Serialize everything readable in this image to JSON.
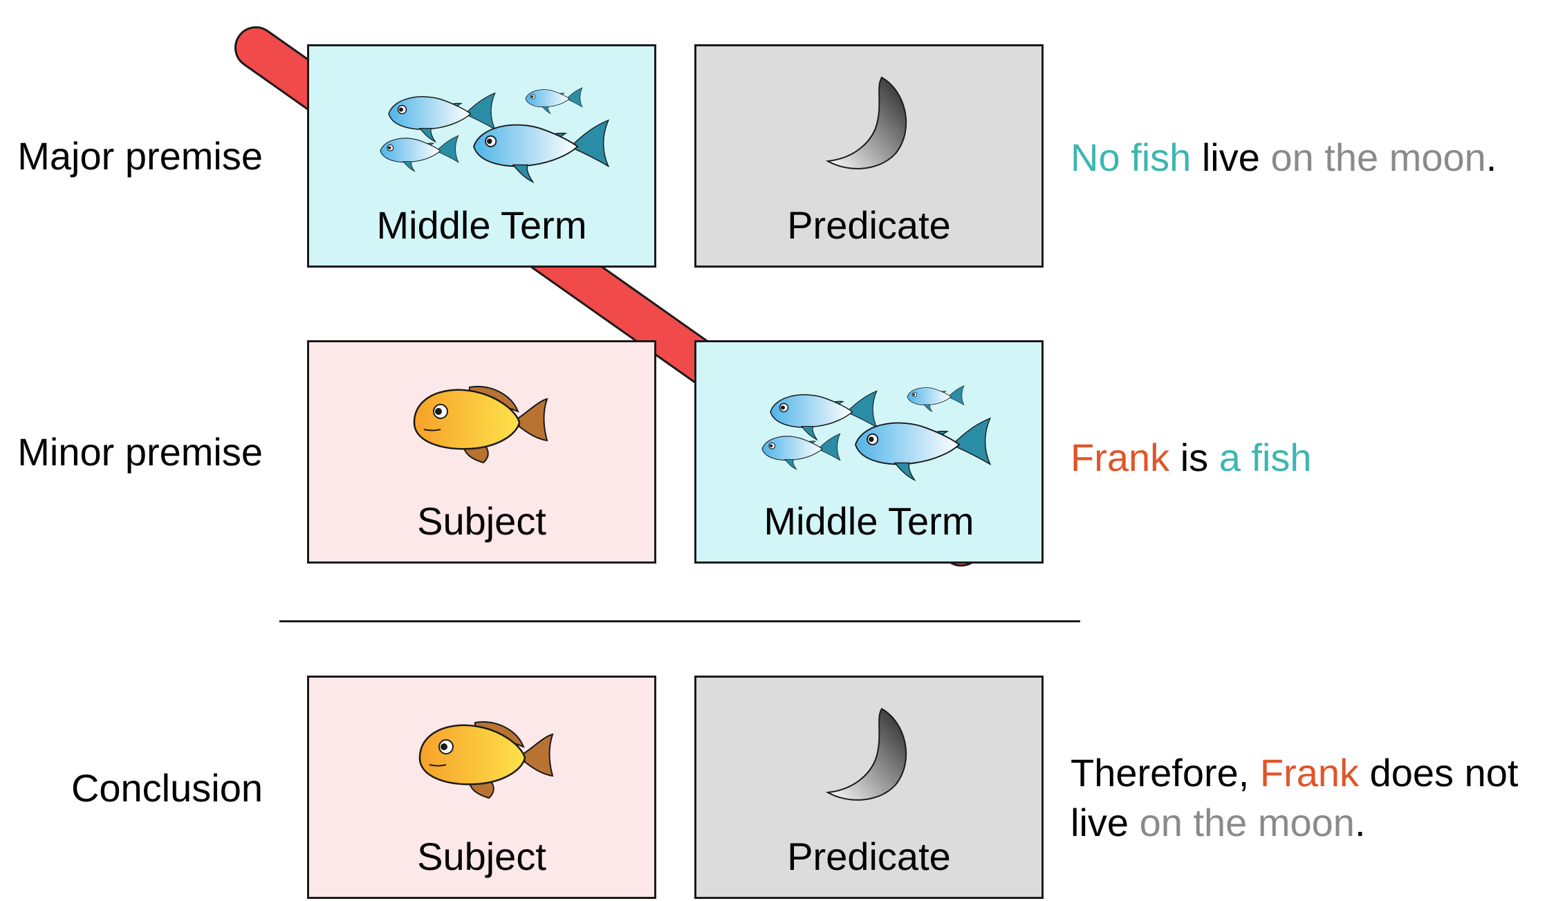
{
  "labels": {
    "major": "Major premise",
    "minor": "Minor premise",
    "conclusion": "Conclusion"
  },
  "boxes": {
    "major_middle": "Middle Term",
    "major_predicate": "Predicate",
    "minor_subject": "Subject",
    "minor_middle": "Middle Term",
    "conclusion_subject": "Subject",
    "conclusion_predicate": "Predicate"
  },
  "statements": {
    "major": {
      "a": "No fish",
      "b": " live ",
      "c": "on the moon",
      "d": "."
    },
    "minor": {
      "a": "Frank",
      "b": " is ",
      "c": "a fish"
    },
    "conclusion": {
      "a": "Therefore, ",
      "b": "Frank",
      "c": " does not",
      "d": "live ",
      "e": "on the moon",
      "f": "."
    }
  },
  "colors": {
    "middle_term_bg": "#d2f6f7",
    "predicate_bg": "#dcdcdc",
    "subject_bg": "#fde8e9",
    "bar": "#f04a4a",
    "teal_text": "#3cb6b0",
    "gray_text": "#8a8a8a",
    "orange_text": "#e0552a"
  },
  "icons": [
    "fish-school-icon",
    "moon-icon",
    "goldfish-icon"
  ]
}
